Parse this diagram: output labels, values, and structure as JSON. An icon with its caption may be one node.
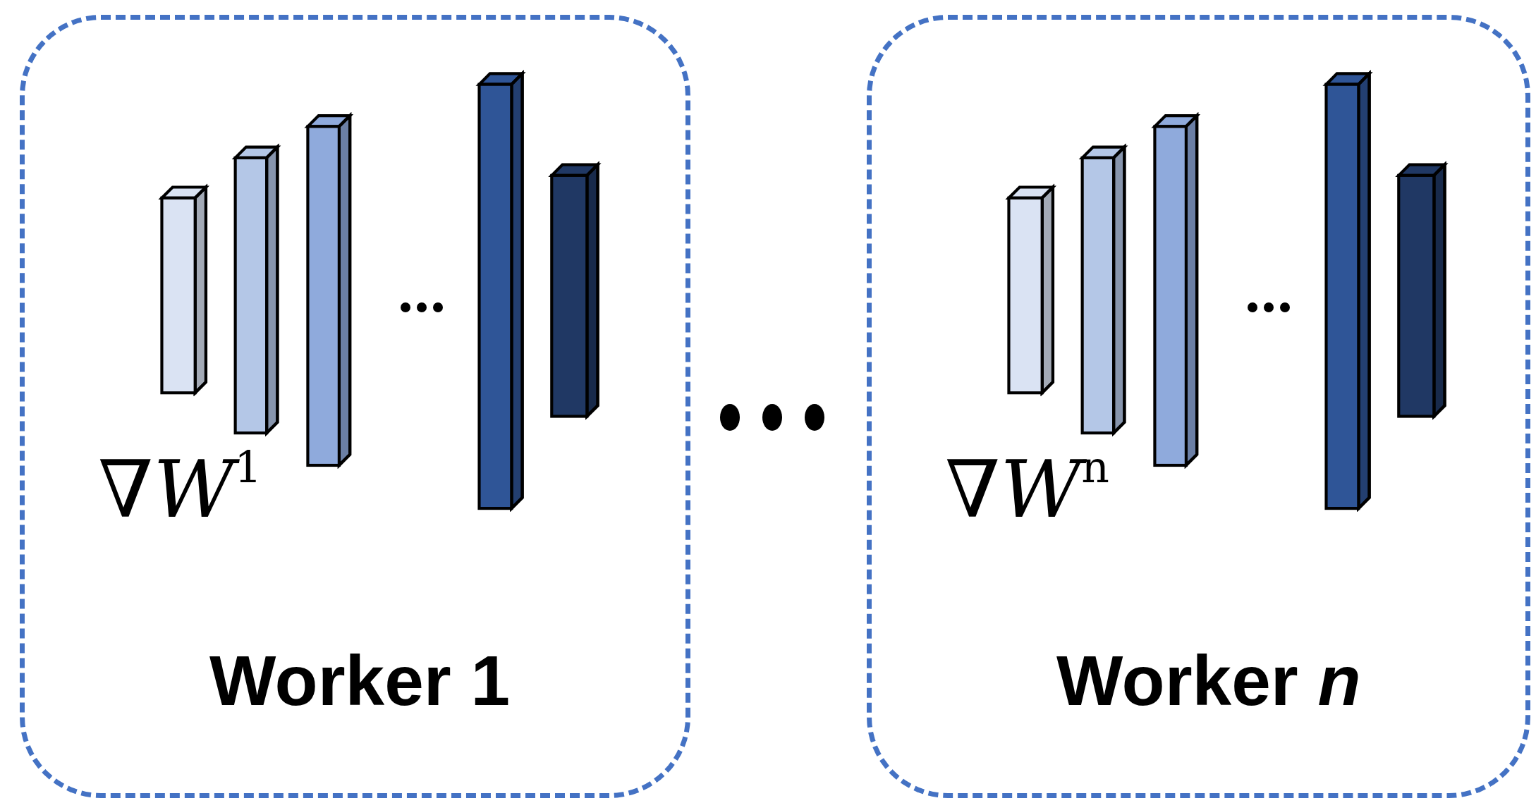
{
  "diagram": {
    "nodes": [
      {
        "text": [
          "∇*W*$^{1}$",
          "Worker 1"
        ]
      },
      {
        "text": [
          "∇*W*$^{n}$",
          "Worker *n*"
        ]
      }
    ]
  }
}
